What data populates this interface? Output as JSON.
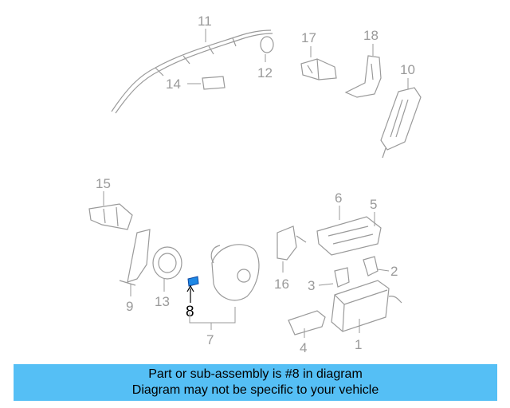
{
  "diagram": {
    "callouts": {
      "c1": "1",
      "c2": "2",
      "c3": "3",
      "c4": "4",
      "c5": "5",
      "c6": "6",
      "c7": "7",
      "c8": "8",
      "c9": "9",
      "c10": "10",
      "c11": "11",
      "c12": "12",
      "c13": "13",
      "c14": "14",
      "c15": "15",
      "c16": "16",
      "c17": "17",
      "c18": "18"
    },
    "highlighted_part": "8",
    "highlight_color": "#1e88e5"
  },
  "banner": {
    "line1": "Part or sub-assembly is #8 in diagram",
    "line2": "Diagram may not be specific to your vehicle",
    "background": "#55bff5"
  }
}
